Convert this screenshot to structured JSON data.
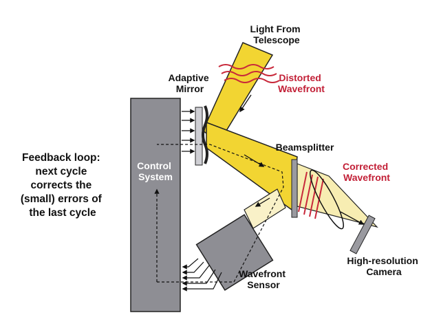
{
  "labels": {
    "light_from_telescope": [
      "Light From",
      "Telescope"
    ],
    "adaptive_mirror": [
      "Adaptive",
      "Mirror"
    ],
    "distorted_wavefront": [
      "Distorted",
      "Wavefront"
    ],
    "beamsplitter": "Beamsplitter",
    "corrected_wavefront": [
      "Corrected",
      "Wavefront"
    ],
    "control_system": [
      "Control",
      "System"
    ],
    "feedback_loop": [
      "Feedback loop:",
      "next cycle",
      "corrects the",
      "(small) errors of",
      "the last cycle"
    ],
    "wavefront_sensor": [
      "Wavefront",
      "Sensor"
    ],
    "camera": [
      "High-resolution",
      "Camera"
    ]
  },
  "colors": {
    "beam_yellow": "#f2d532",
    "beam_light": "#f7edb2",
    "beam_pale": "#f9f1c8",
    "gray_box": "#8e8e94",
    "red_wave": "#c8283a",
    "label_red": "#c21f36",
    "ink": "#111111"
  }
}
